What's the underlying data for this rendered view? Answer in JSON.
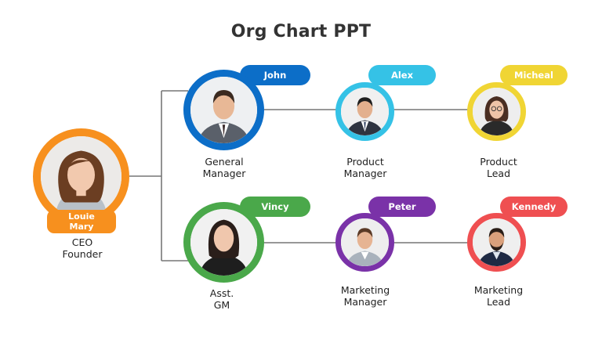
{
  "title": "Org Chart PPT",
  "colors": {
    "ceo": "#f7901e",
    "john": "#0c6ec8",
    "alex": "#35c2e6",
    "micheal": "#f0d534",
    "vincy": "#4aa84a",
    "peter": "#7a32a8",
    "kennedy": "#ef4f51",
    "connector": "#777777"
  },
  "ceo": {
    "name_line1": "Louie",
    "name_line2": "Mary",
    "role_line1": "CEO",
    "role_line2": "Founder"
  },
  "nodes": {
    "john": {
      "name": "John",
      "role_line1": "General",
      "role_line2": "Manager"
    },
    "alex": {
      "name": "Alex",
      "role_line1": "Product",
      "role_line2": "Manager"
    },
    "micheal": {
      "name": "Micheal",
      "role_line1": "Product",
      "role_line2": "Lead"
    },
    "vincy": {
      "name": "Vincy",
      "role_line1": "Asst.",
      "role_line2": "GM"
    },
    "peter": {
      "name": "Peter",
      "role_line1": "Marketing",
      "role_line2": "Manager"
    },
    "kennedy": {
      "name": "Kennedy",
      "role_line1": "Marketing",
      "role_line2": "Lead"
    }
  }
}
